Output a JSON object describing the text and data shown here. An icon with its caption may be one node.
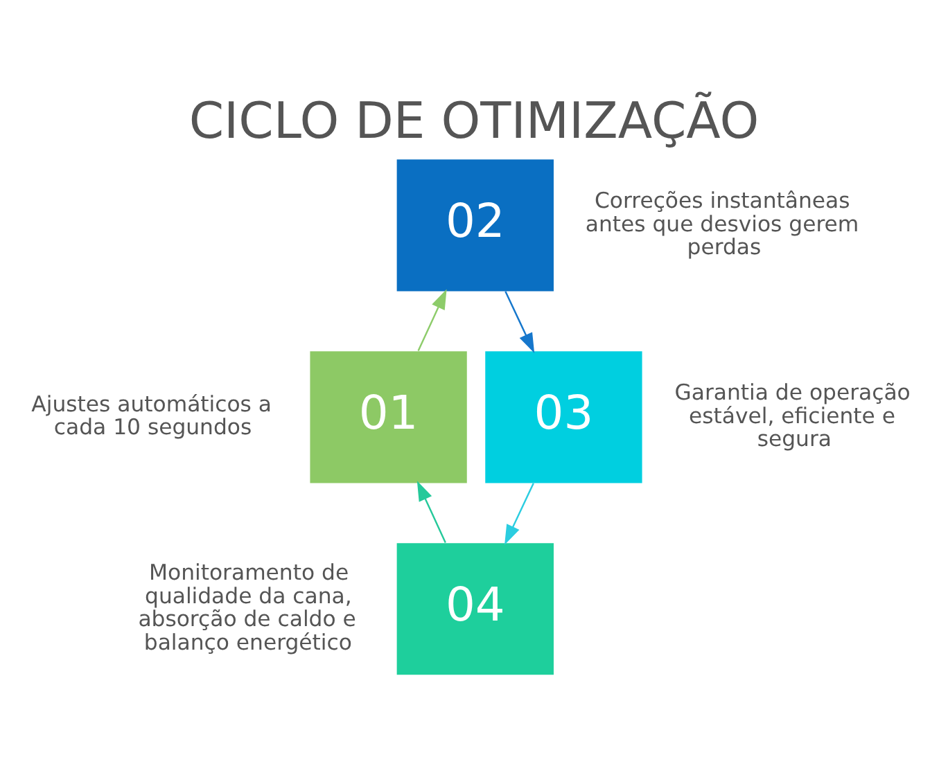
{
  "diagram": {
    "title": "CICLO DE OTIMIZAÇÃO",
    "nodes": [
      {
        "text": [
          "01"
        ],
        "beside": [
          "Ajustes automáticos a cada 10 segundos"
        ]
      },
      {
        "text": [
          "02"
        ],
        "beside": [
          "Correções instantâneas antes que desvios gerem perdas"
        ]
      },
      {
        "text": [
          "03"
        ],
        "beside": [
          "Garantia de operação estável, eficiente e segura"
        ]
      },
      {
        "text": [
          "04"
        ],
        "beside": [
          "Monitoramento de qualidade da cana, absorção de caldo e balanço energético"
        ]
      }
    ],
    "edges": [
      {
        "from": 0,
        "to": 1,
        "arrow": "to",
        "color": "#8dcc6a"
      },
      {
        "from": 1,
        "to": 2,
        "arrow": "to",
        "color": "#1677cc"
      },
      {
        "from": 2,
        "to": 3,
        "arrow": "to",
        "color": "#2bcde0"
      },
      {
        "from": 3,
        "to": 0,
        "arrow": "to",
        "color": "#25c99a"
      }
    ]
  }
}
